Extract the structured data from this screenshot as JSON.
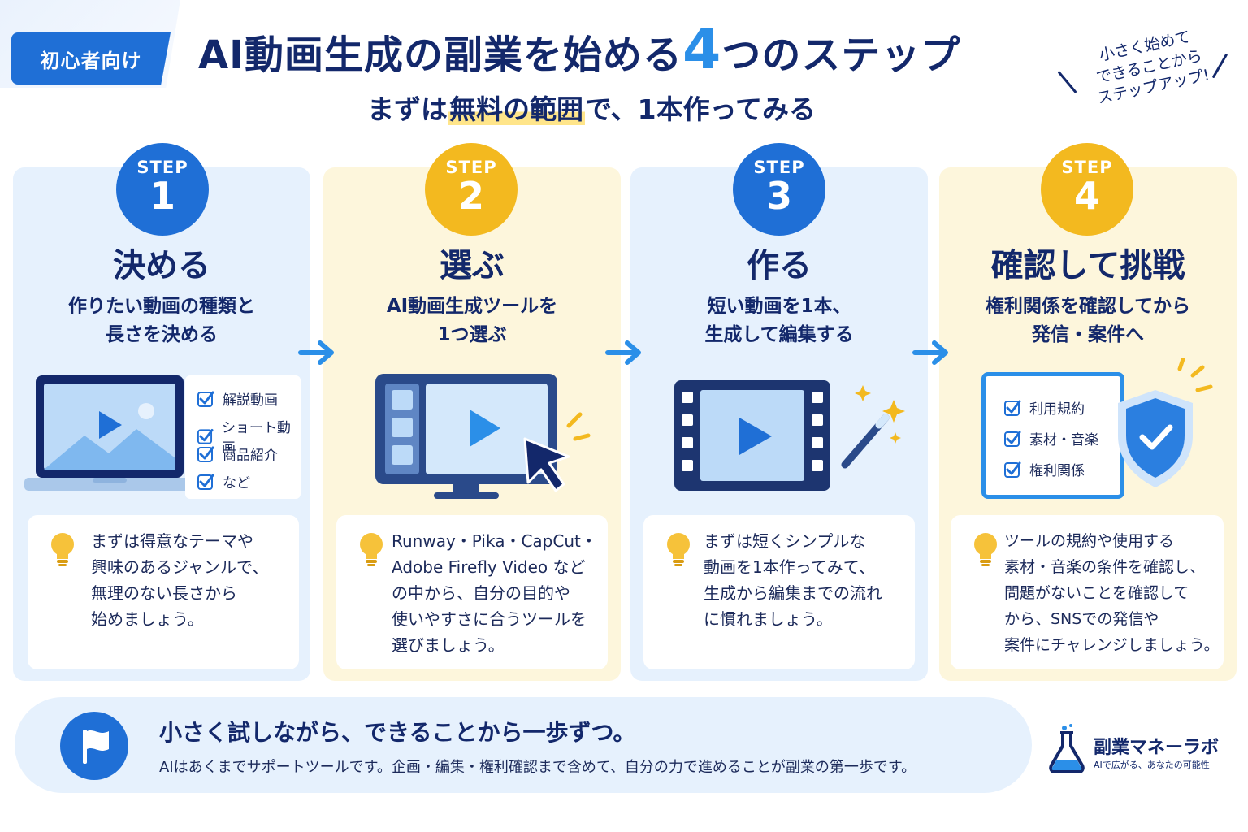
{
  "header": {
    "badge": "初心者向け",
    "title_pre": "AI動画生成の副業を始める",
    "title_num": "4",
    "title_post": "つのステップ",
    "subtitle_pre": "まずは",
    "subtitle_highlight": "無料の範囲",
    "subtitle_post": "で、1本作ってみる",
    "note_line1": "小さく始めて",
    "note_line2": "できることから",
    "note_line3": "ステップアップ!"
  },
  "steps": [
    {
      "step_label": "STEP",
      "number": "1",
      "title": "決める",
      "desc_line1": "作りたい動画の種類と",
      "desc_line2": "長さを決める",
      "checklist": [
        "解説動画",
        "ショート動画",
        "商品紹介",
        "など"
      ],
      "tip": [
        "まずは得意なテーマや",
        "興味のあるジャンルで、",
        "無理のない長さから",
        "始めましょう。"
      ]
    },
    {
      "step_label": "STEP",
      "number": "2",
      "title": "選ぶ",
      "desc_line1": "AI動画生成ツールを",
      "desc_line2": "1つ選ぶ",
      "tip": [
        "Runway・Pika・CapCut・",
        "Adobe Firefly Video など",
        "の中から、自分の目的や",
        "使いやすさに合うツールを",
        "選びましょう。"
      ]
    },
    {
      "step_label": "STEP",
      "number": "3",
      "title": "作る",
      "desc_line1": "短い動画を1本、",
      "desc_line2": "生成して編集する",
      "tip": [
        "まずは短くシンプルな",
        "動画を1本作ってみて、",
        "生成から編集までの流れ",
        "に慣れましょう。"
      ]
    },
    {
      "step_label": "STEP",
      "number": "4",
      "title": "確認して挑戦",
      "desc_line1": "権利関係を確認してから",
      "desc_line2": "発信・案件へ",
      "checklist": [
        "利用規約",
        "素材・音楽",
        "権利関係"
      ],
      "tip": [
        "ツールの規約や使用する",
        "素材・音楽の条件を確認し、",
        "問題がないことを確認して",
        "から、SNSでの発信や",
        "案件にチャレンジしましょう。"
      ]
    }
  ],
  "footer": {
    "headline": "小さく試しながら、できることから一歩ずつ。",
    "body": "AIはあくまでサポートツールです。企画・編集・権利確認まで含めて、自分の力で進めることが副業の第一歩です。",
    "brand": "副業マネーラボ",
    "tagline": "AIで広がる、あなたの可能性"
  },
  "colors": {
    "navy": "#13286b",
    "blue": "#1f6fd6",
    "yellow": "#f3b91f",
    "light_blue_bg": "#e6f1fd",
    "light_yellow_bg": "#fdf6dc"
  },
  "icons": [
    "laptop-play-icon",
    "monitor-cursor-icon",
    "film-strip-icon",
    "magic-wand-icon",
    "shield-check-icon",
    "lightbulb-icon",
    "flag-icon",
    "flask-icon",
    "arrow-right-icon",
    "checkbox-icon"
  ]
}
